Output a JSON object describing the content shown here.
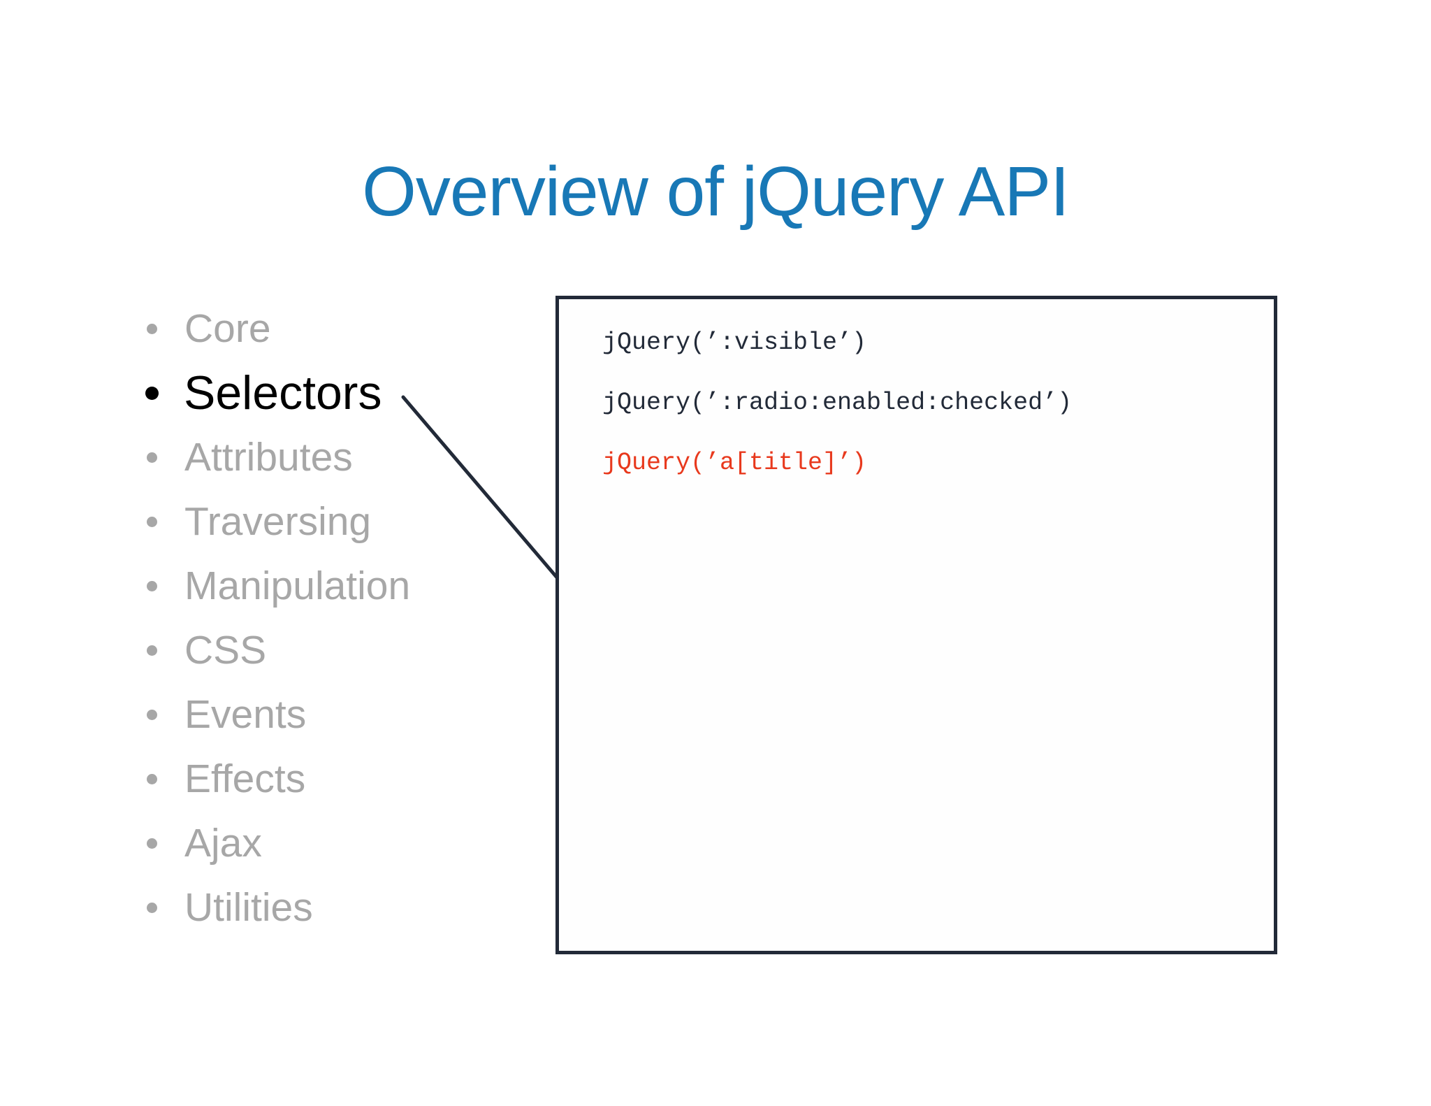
{
  "title": "Overview of jQuery API",
  "list": {
    "items": [
      {
        "label": "Core",
        "active": false
      },
      {
        "label": "Selectors",
        "active": true
      },
      {
        "label": "Attributes",
        "active": false
      },
      {
        "label": "Traversing",
        "active": false
      },
      {
        "label": "Manipulation",
        "active": false
      },
      {
        "label": "CSS",
        "active": false
      },
      {
        "label": "Events",
        "active": false
      },
      {
        "label": "Effects",
        "active": false
      },
      {
        "label": "Ajax",
        "active": false
      },
      {
        "label": "Utilities",
        "active": false
      }
    ]
  },
  "code_panel": {
    "lines": [
      {
        "text": "jQuery(’:visible’)",
        "highlighted": false
      },
      {
        "text": "jQuery(’:radio:enabled:checked’)",
        "highlighted": false
      },
      {
        "text": "jQuery(’a[title]’)",
        "highlighted": true
      }
    ]
  },
  "colors": {
    "accent-blue": "#1878b6",
    "muted-gray": "#a7a7a7",
    "ink-navy": "#222a38",
    "highlight-red": "#e8391d",
    "active-black": "#000000"
  }
}
